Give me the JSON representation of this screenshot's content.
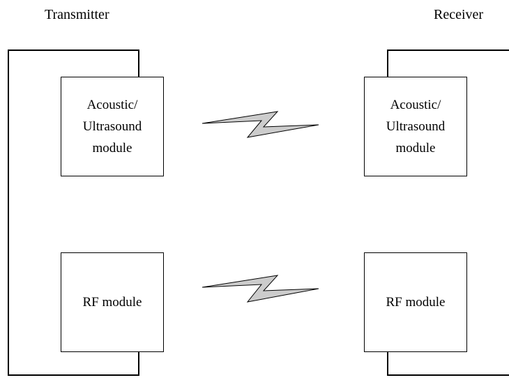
{
  "transmitter": {
    "title": "Transmitter",
    "acoustic_module": "Acoustic/\nUltrasound\nmodule",
    "rf_module": "RF module"
  },
  "receiver": {
    "title": "Receiver",
    "acoustic_module": "Acoustic/\nUltrasound\nmodule",
    "rf_module": "RF module"
  },
  "links": [
    {
      "name": "acoustic-wireless-link",
      "icon": "lightning-bolt"
    },
    {
      "name": "rf-wireless-link",
      "icon": "lightning-bolt"
    }
  ],
  "colors": {
    "line": "#000000",
    "bolt_fill": "#cccccc",
    "background": "#ffffff"
  }
}
